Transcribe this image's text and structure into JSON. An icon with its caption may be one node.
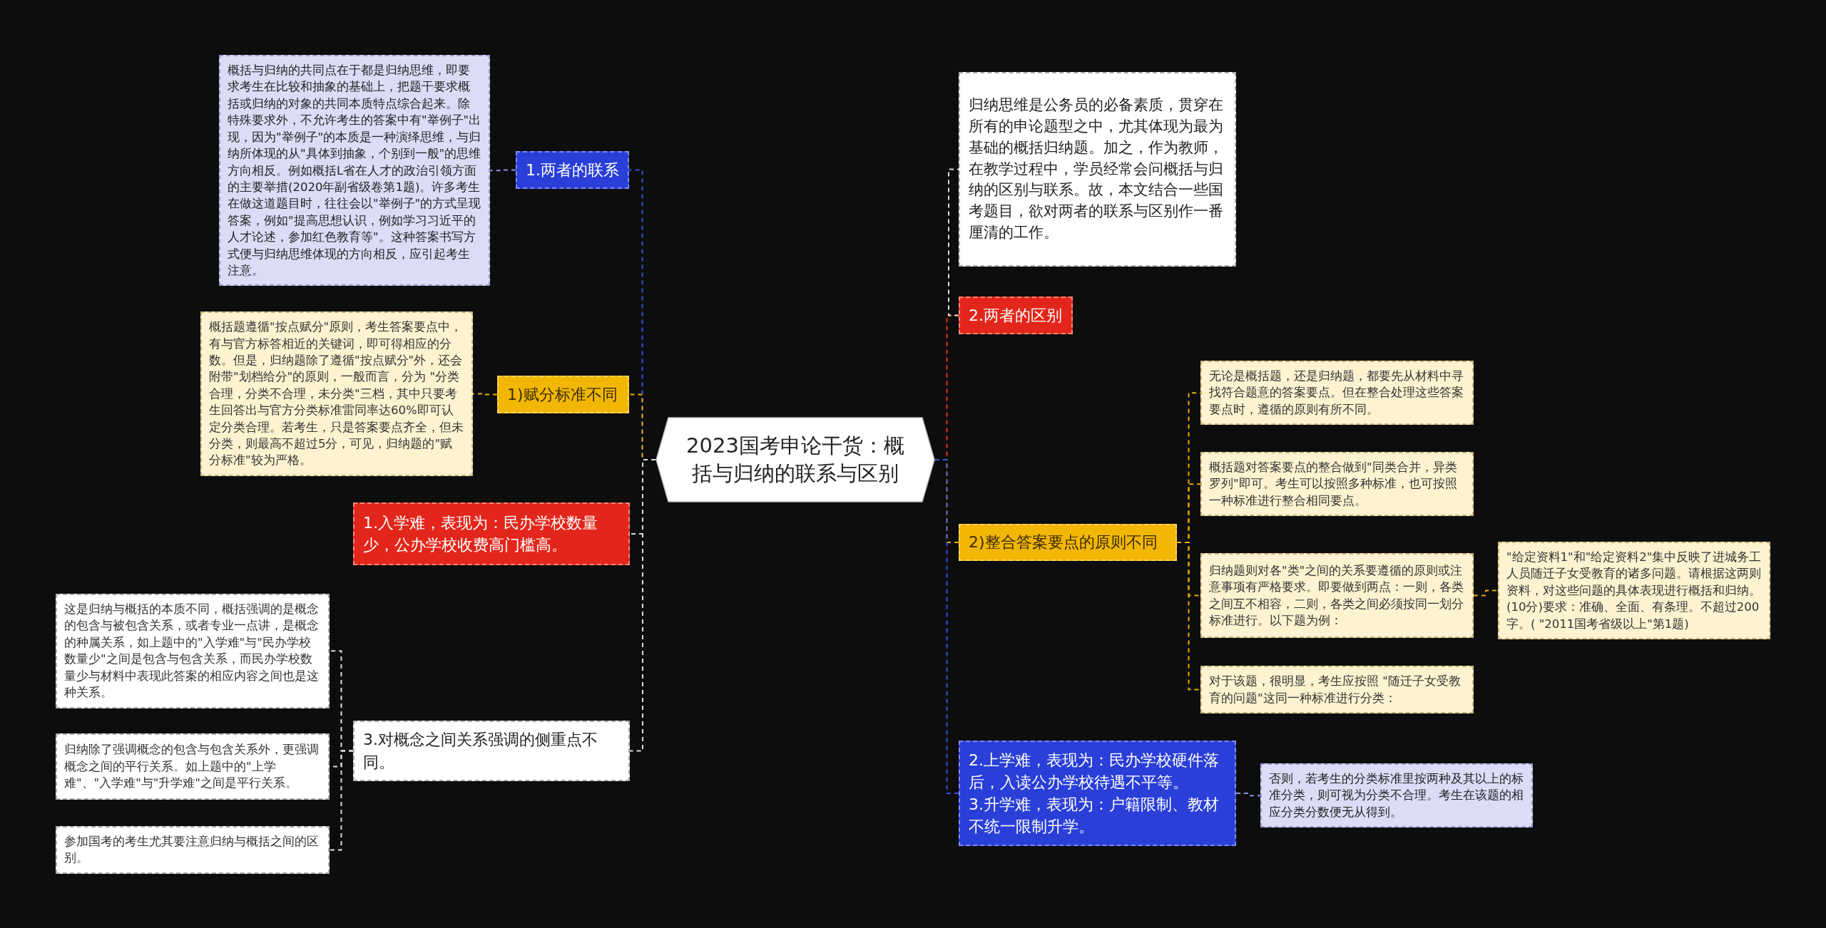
{
  "diagram": {
    "nodes": [
      {
        "text": [
          "2023国考申论干货：概括与归纳的联系与区别"
        ]
      },
      {
        "text": [
          "1.两者的联系"
        ]
      },
      {
        "text": [
          "概括与归纳的共同点在于都是归纳思维，即要求考生在比较和抽象的基础上，把题干要求概括或归纳的对象的共同本质特点综合起来。除特殊要求外，不允许考生的答案中有\"举例子\"出现，因为\"举例子\"的本质是一种演绎思维，与归纳所体现的从\"具体到抽象，个别到一般\"的思维方向相反。例如概括L省在人才的政治引领方面的主要举措(2020年副省级卷第1题)。许多考生在做这道题目时，往往会以\"举例子\"的方式呈现答案，例如\"提高思想认识，例如学习习近平的人才论述，参加红色教育等\"。这种答案书写方式便与归纳思维体现的方向相反，应引起考生注意。"
        ]
      },
      {
        "text": [
          "1)赋分标准不同"
        ]
      },
      {
        "text": [
          "概括题遵循\"按点赋分\"原则，考生答案要点中，有与官方标答相近的关键词，即可得相应的分数。但是，归纳题除了遵循\"按点赋分\"外，还会附带\"划档给分\"的原则，一般而言，分为 \"分类合理，分类不合理，未分类\"三档，其中只要考生回答出与官方分类标准雷同率达60%即可认定分类合理。若考生，只是答案要点齐全，但未分类，则最高不超过5分，可见，归纳题的\"赋分标准\"较为严格。"
        ]
      },
      {
        "text": [
          "1.入学难，表现为：民办学校数量少，公办学校收费高门槛高。"
        ]
      },
      {
        "text": [
          "3.对概念之间关系强调的侧重点不同。"
        ]
      },
      {
        "text": [
          "这是归纳与概括的本质不同，概括强调的是概念的包含与被包含关系，或者专业一点讲，是概念的种属关系，如上题中的\"入学难\"与\"民办学校数量少\"之间是包含与包含关系，而民办学校数量少与材料中表现此答案的相应内容之间也是这种关系。"
        ]
      },
      {
        "text": [
          "归纳除了强调概念的包含与包含关系外，更强调概念之间的平行关系。如上题中的\"上学难\"、\"入学难\"与\"升学难\"之间是平行关系。"
        ]
      },
      {
        "text": [
          "参加国考的考生尤其要注意归纳与概括之间的区别。"
        ]
      },
      {
        "text": [
          "2.两者的区别"
        ]
      },
      {
        "text": [
          "归纳思维是公务员的必备素质，贯穿在所有的申论题型之中，尤其体现为最为基础的概括归纳题。加之，作为教师，在教学过程中，学员经常会问概括与归纳的区别与联系。故，本文结合一些国考题目，欲对两者的联系与区别作一番厘清的工作。"
        ]
      },
      {
        "text": [
          "2)整合答案要点的原则不同"
        ]
      },
      {
        "text": [
          "无论是概括题，还是归纳题，都要先从材料中寻找符合题意的答案要点。但在整合处理这些答案要点时，遵循的原则有所不同。"
        ]
      },
      {
        "text": [
          "概括题对答案要点的整合做到\"同类合并，异类罗列\"即可。考生可以按照多种标准，也可按照一种标准进行整合相同要点。"
        ]
      },
      {
        "text": [
          "归纳题则对各\"类\"之间的关系要遵循的原则或注意事项有严格要求。即要做到两点：一则，各类之间互不相容，二则，各类之间必须按同一划分标准进行。以下题为例："
        ]
      },
      {
        "text": [
          "\"给定资料1\"和\"给定资料2\"集中反映了进城务工人员随迁子女受教育的诸多问题。请根据这两则资料，对这些问题的具体表现进行概括和归纳。(10分)要求：准确、全面、有条理。不超过200字。( \"2011国考省级以上\"第1题)"
        ]
      },
      {
        "text": [
          "对于该题，很明显，考生应按照 \"随迁子女受教育的问题\"这同一种标准进行分类："
        ]
      },
      {
        "text": [
          "2.上学难，表现为：民办学校硬件落后，入读公办学校待遇不平等。",
          "3.升学难，表现为：户籍限制、教材不统一限制升学。"
        ]
      },
      {
        "text": [
          "否则，若考生的分类标准里按两种及其以上的标准分类，则可视为分类不合理。考生在该题的相应分类分数便无从得到。"
        ]
      }
    ],
    "edges": [
      {
        "from": 0,
        "to": 1,
        "arrow": "none",
        "style": "dashed",
        "color": "#3b4fe0"
      },
      {
        "from": 1,
        "to": 2,
        "arrow": "none",
        "style": "dashed",
        "color": "#8a8fe6"
      },
      {
        "from": 0,
        "to": 3,
        "arrow": "none",
        "style": "dashed",
        "color": "#e6b000"
      },
      {
        "from": 3,
        "to": 4,
        "arrow": "none",
        "style": "dashed",
        "color": "#e6b000"
      },
      {
        "from": 0,
        "to": 5,
        "arrow": "none",
        "style": "dashed",
        "color": "#dddddd"
      },
      {
        "from": 0,
        "to": 6,
        "arrow": "none",
        "style": "dashed",
        "color": "#dddddd"
      },
      {
        "from": 6,
        "to": 7,
        "arrow": "none",
        "style": "dashed",
        "color": "#dddddd"
      },
      {
        "from": 6,
        "to": 8,
        "arrow": "none",
        "style": "dashed",
        "color": "#dddddd"
      },
      {
        "from": 6,
        "to": 9,
        "arrow": "none",
        "style": "dashed",
        "color": "#dddddd"
      },
      {
        "from": 0,
        "to": 10,
        "arrow": "none",
        "style": "dashed",
        "color": "#e0301e"
      },
      {
        "from": 10,
        "to": 11,
        "arrow": "none",
        "style": "dashed",
        "color": "#dddddd"
      },
      {
        "from": 0,
        "to": 12,
        "arrow": "none",
        "style": "dashed",
        "color": "#e6b000"
      },
      {
        "from": 12,
        "to": 13,
        "arrow": "none",
        "style": "dashed",
        "color": "#e6b000"
      },
      {
        "from": 12,
        "to": 14,
        "arrow": "none",
        "style": "dashed",
        "color": "#e6b000"
      },
      {
        "from": 12,
        "to": 15,
        "arrow": "none",
        "style": "dashed",
        "color": "#e6b000"
      },
      {
        "from": 15,
        "to": 16,
        "arrow": "none",
        "style": "dashed",
        "color": "#e6b000"
      },
      {
        "from": 12,
        "to": 17,
        "arrow": "none",
        "style": "dashed",
        "color": "#e6b000"
      },
      {
        "from": 0,
        "to": 18,
        "arrow": "none",
        "style": "dashed",
        "color": "#3b4fe0"
      },
      {
        "from": 18,
        "to": 19,
        "arrow": "none",
        "style": "dashed",
        "color": "#8a8fe6"
      }
    ]
  }
}
